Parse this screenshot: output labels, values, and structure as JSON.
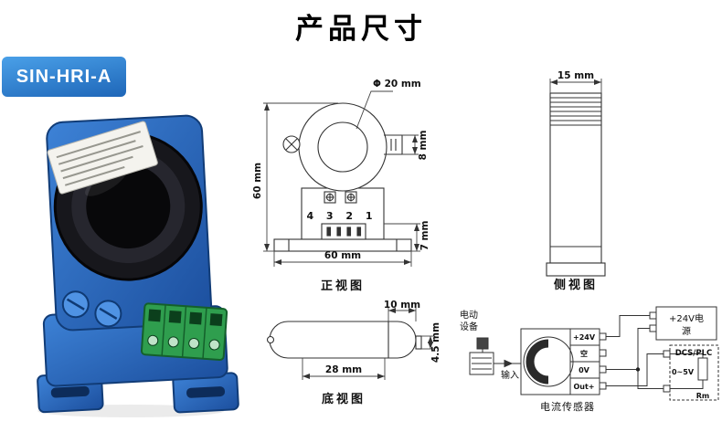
{
  "page": {
    "title": "产品尺寸"
  },
  "model_badge": {
    "label": "SIN-HRI-A"
  },
  "front_view": {
    "caption": "正视图",
    "dim_phi": "Φ 20 mm",
    "dim_height": "60 mm",
    "dim_width": "60 mm",
    "dim_clamp": "8 mm",
    "dim_base": "7 mm",
    "terminal_numbers": "4 3 2 1"
  },
  "side_view": {
    "caption": "侧视图",
    "dim_width": "15 mm"
  },
  "bottom_view": {
    "caption": "底视图",
    "dim_tab": "10 mm",
    "dim_inner": "28 mm",
    "dim_height": "4.5 mm"
  },
  "wiring": {
    "caption": "电流传感器",
    "device_line1": "电动",
    "device_line2": "设备",
    "input_label": "输入",
    "terminals": [
      "+24V",
      "空",
      "0V",
      "Out+"
    ],
    "power_line1": "+24V电",
    "power_line2": "源",
    "dcs_label": "DCS/PLC",
    "range_label": "0~5V",
    "resistor_label": "Rm"
  },
  "colors": {
    "badge_blue": "#2478c8",
    "product_body_blue": "#2b6fc4",
    "terminal_green": "#2f9e4e",
    "drawing_line": "#333333"
  }
}
